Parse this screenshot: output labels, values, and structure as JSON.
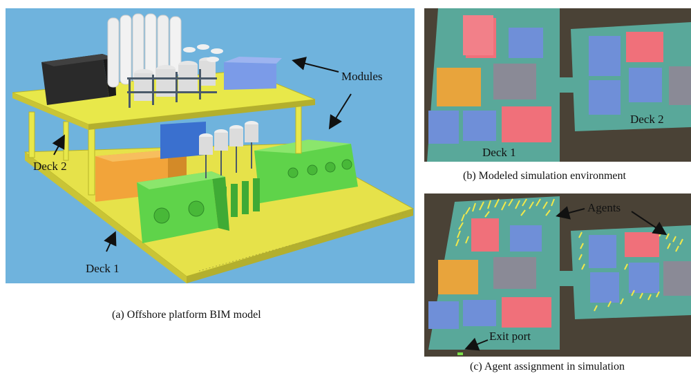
{
  "panel_a": {
    "caption": "(a) Offshore platform BIM model",
    "labels": {
      "modules": "Modules",
      "deck2": "Deck 2",
      "deck1": "Deck 1"
    }
  },
  "panel_b": {
    "caption": "(b) Modeled simulation environment",
    "labels": {
      "deck1": "Deck 1",
      "deck2": "Deck 2"
    }
  },
  "panel_c": {
    "caption": "(c) Agent assignment in simulation",
    "labels": {
      "agents": "Agents",
      "exit_port": "Exit port"
    }
  },
  "colors": {
    "sky": "#6fb3dd",
    "deck_yellow": "#e8e84a",
    "module_green": "#5fd34a",
    "module_orange": "#f2a43a",
    "module_black": "#2a2a2a",
    "module_blue": "#7b9be8",
    "sim_ground": "#4a4236",
    "sim_deck": "#59a89a",
    "sim_red": "#f0707a",
    "sim_blue": "#6f8fd8",
    "sim_orange": "#e8a43c",
    "sim_gray": "#8a8a96",
    "agent_yellow": "#f2e84a"
  }
}
